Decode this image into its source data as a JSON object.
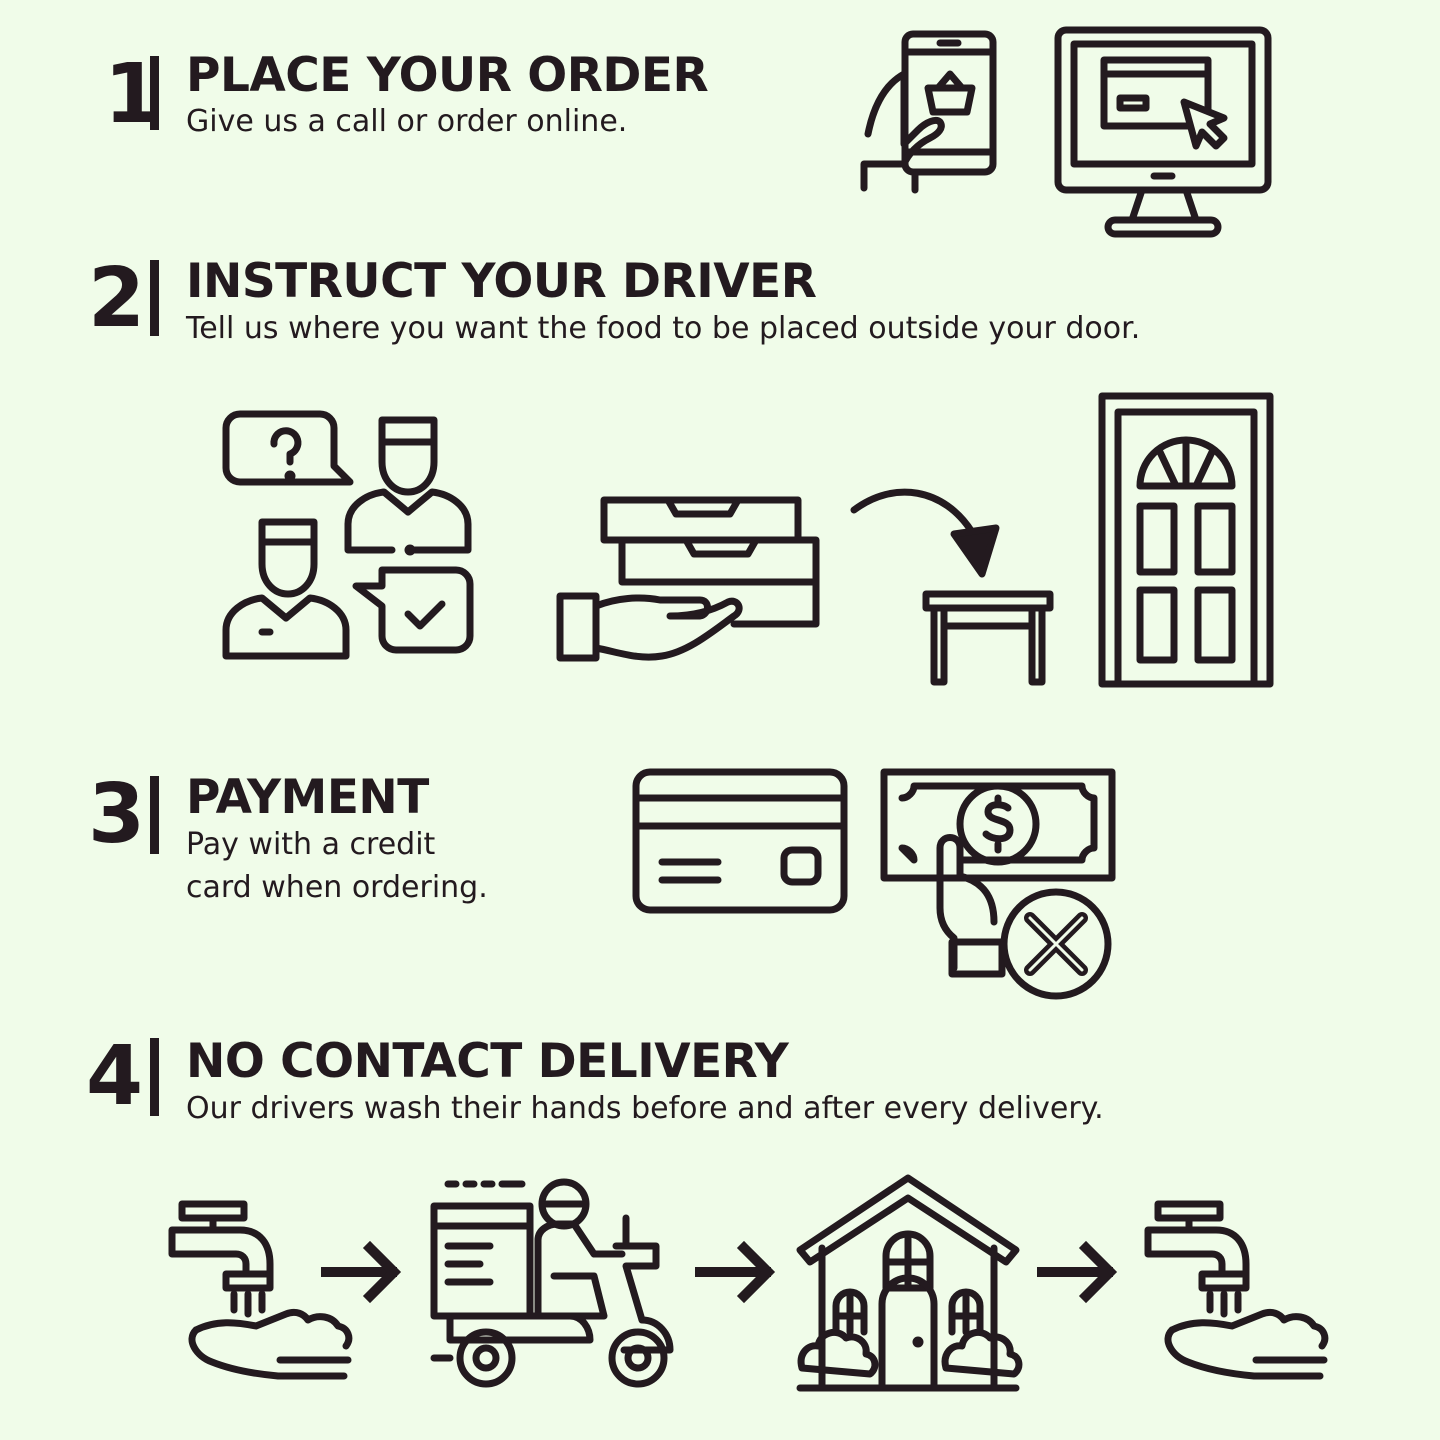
{
  "steps": [
    {
      "number": "1",
      "title": "PLACE YOUR ORDER",
      "description": "Give us a call or order online."
    },
    {
      "number": "2",
      "title": "INSTRUCT YOUR DRIVER",
      "description": "Tell us where you want the food to be placed outside your door."
    },
    {
      "number": "3",
      "title": "PAYMENT",
      "description_lines": [
        "Pay with a credit",
        "card when ordering."
      ]
    },
    {
      "number": "4",
      "title": "NO CONTACT DELIVERY",
      "description": "Our drivers wash their hands before and after every delivery."
    }
  ],
  "colors": {
    "background": "#f0fce9",
    "ink": "#231a1f"
  },
  "icons": [
    "phone-basket-icon",
    "computer-cart-icon",
    "conversation-icon",
    "food-boxes-hand-icon",
    "curved-arrow-icon",
    "stool-icon",
    "door-icon",
    "credit-card-icon",
    "cash-cancel-icon",
    "faucet-handwash-icon",
    "arrow-right-icon",
    "delivery-scooter-icon",
    "house-icon"
  ]
}
